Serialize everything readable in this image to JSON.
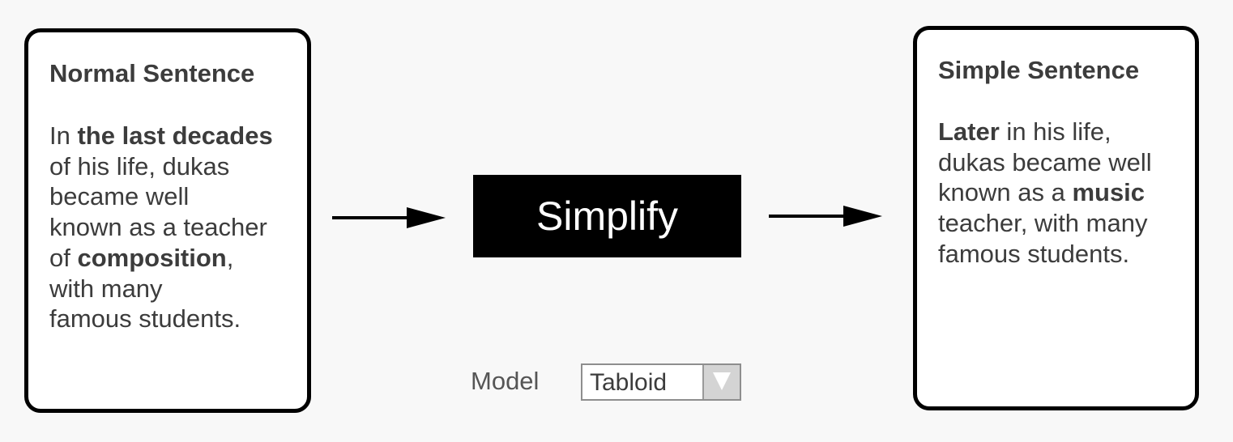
{
  "normal_card": {
    "title": "Normal Sentence",
    "lines": [
      [
        {
          "text": "In ",
          "bold": false
        },
        {
          "text": "the last decades",
          "bold": true
        }
      ],
      [
        {
          "text": "of his life, dukas",
          "bold": false
        }
      ],
      [
        {
          "text": "became well",
          "bold": false
        }
      ],
      [
        {
          "text": "known as a teacher",
          "bold": false
        }
      ],
      [
        {
          "text": "of ",
          "bold": false
        },
        {
          "text": "composition",
          "bold": true
        },
        {
          "text": ",",
          "bold": false
        }
      ],
      [
        {
          "text": "with many",
          "bold": false
        }
      ],
      [
        {
          "text": "famous students.",
          "bold": false
        }
      ]
    ]
  },
  "simple_card": {
    "title": "Simple Sentence",
    "lines": [
      [
        {
          "text": "Later",
          "bold": true
        },
        {
          "text": " in his life,",
          "bold": false
        }
      ],
      [
        {
          "text": "dukas became well",
          "bold": false
        }
      ],
      [
        {
          "text": "known as a ",
          "bold": false
        },
        {
          "text": "music",
          "bold": true
        }
      ],
      [
        {
          "text": "teacher, with many",
          "bold": false
        }
      ],
      [
        {
          "text": "famous students.",
          "bold": false
        }
      ]
    ]
  },
  "simplify_button": {
    "label": "Simplify"
  },
  "model": {
    "label": "Model",
    "selected": "Tabloid"
  },
  "icons": {
    "arrow": "arrow-right-icon",
    "dropdown": "triangle-down-icon"
  },
  "colors": {
    "background": "#f8f8f8",
    "text": "#3c3c3c",
    "button": "#000000",
    "button_text": "#ffffff"
  }
}
